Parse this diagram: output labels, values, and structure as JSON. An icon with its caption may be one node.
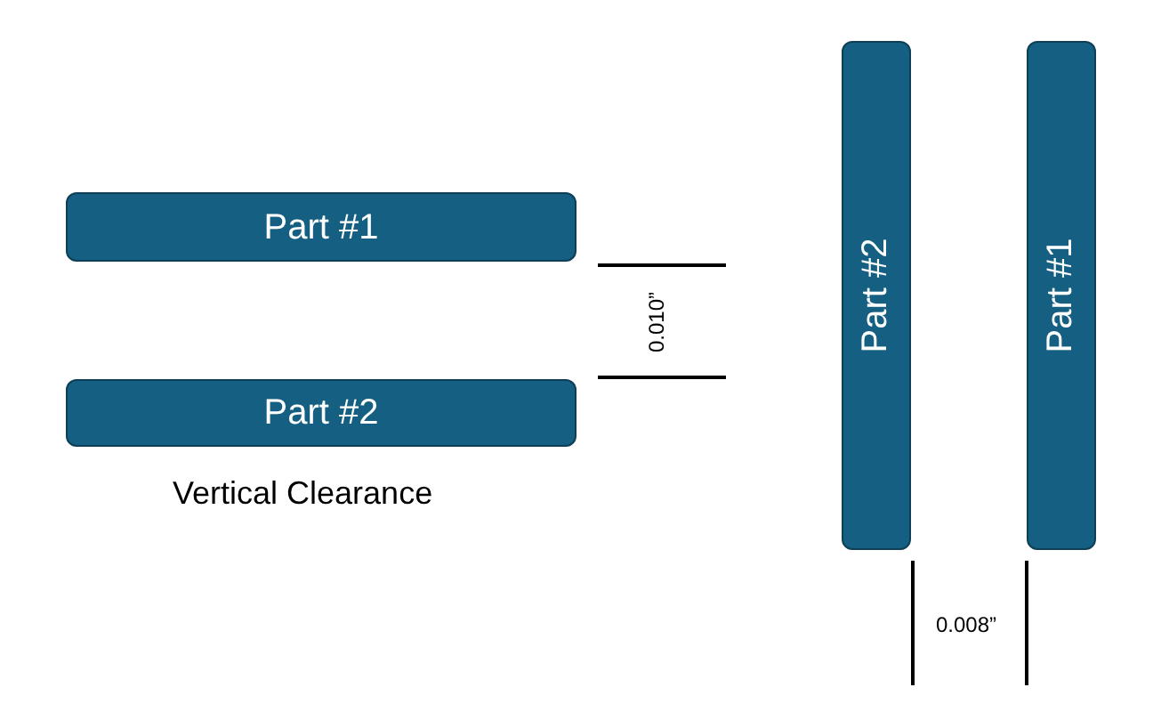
{
  "diagram": {
    "nodes": [
      {
        "text": [
          "Part #1"
        ]
      },
      {
        "text": [
          "Part #2"
        ]
      },
      {
        "text": [
          "Part #2"
        ]
      },
      {
        "text": [
          "Part #1"
        ]
      }
    ],
    "labels": [
      "Vertical Clearance",
      "0.010”",
      "0.008”"
    ]
  }
}
